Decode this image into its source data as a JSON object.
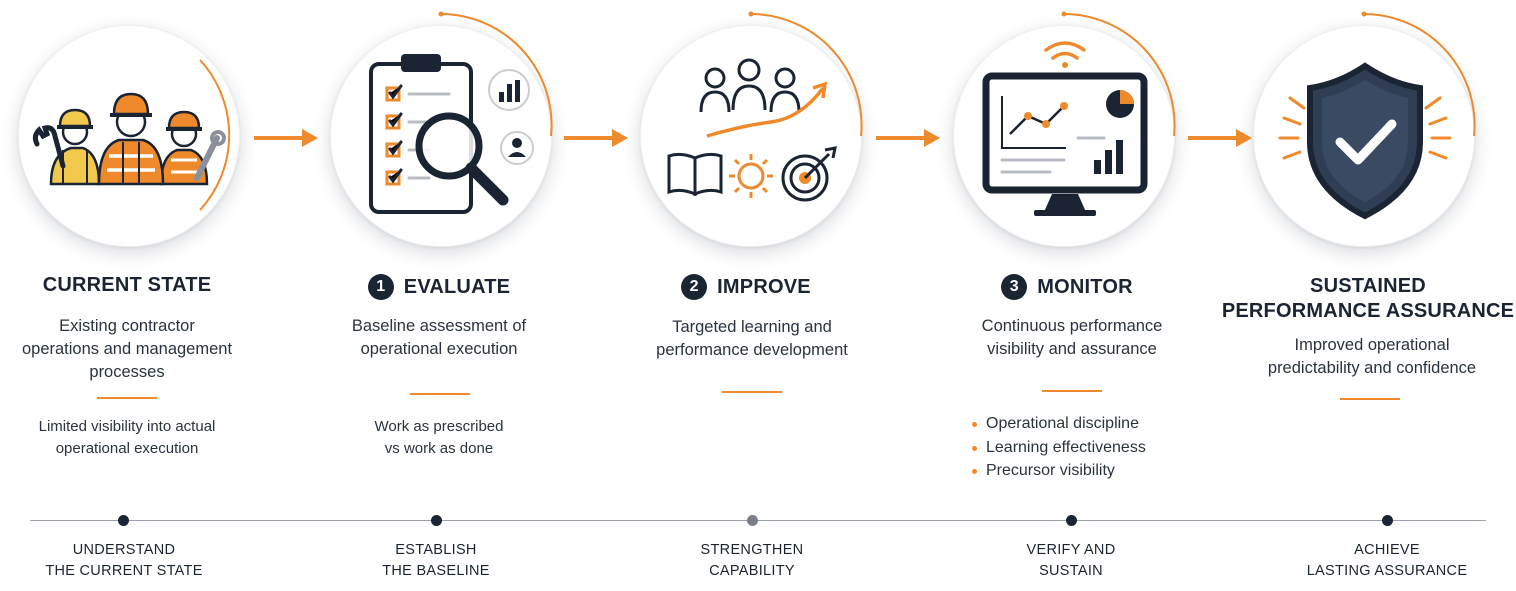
{
  "stages": [
    {
      "title": "CURRENT STATE",
      "number": "",
      "icon": "construction-workers-icon",
      "description": [
        "Existing contractor",
        "operations and management",
        "processes"
      ],
      "note": [
        "Limited visibility into actual",
        "operational execution"
      ]
    },
    {
      "title": "EVALUATE",
      "number": "1",
      "icon": "clipboard-magnifier-icon",
      "description": [
        "Baseline assessment of",
        "operational execution"
      ],
      "note": [
        "Work as prescribed",
        "vs work as done"
      ]
    },
    {
      "title": "IMPROVE",
      "number": "2",
      "icon": "team-growth-icon",
      "description": [
        "Targeted learning and",
        "performance development"
      ]
    },
    {
      "title": "MONITOR",
      "number": "3",
      "icon": "monitor-dashboard-icon",
      "description": [
        "Continuous performance",
        "visibility and assurance"
      ],
      "bullets": [
        "Operational discipline",
        "Learning effectiveness",
        "Precursor visibility"
      ]
    },
    {
      "title_lines": [
        "SUSTAINED",
        "PERFORMANCE ASSURANCE"
      ],
      "number": "",
      "icon": "shield-check-icon",
      "description": [
        "Improved operational",
        "predictability and confidence"
      ]
    }
  ],
  "timeline": [
    [
      "UNDERSTAND",
      "THE CURRENT STATE"
    ],
    [
      "ESTABLISH",
      "THE BASELINE"
    ],
    [
      "STRENGTHEN",
      "CAPABILITY"
    ],
    [
      "VERIFY AND",
      "SUSTAIN"
    ],
    [
      "ACHIEVE",
      "LASTING ASSURANCE"
    ]
  ],
  "colors": {
    "navy": "#1b2433",
    "orange": "#ee8a2b",
    "grey": "#7a808a"
  }
}
